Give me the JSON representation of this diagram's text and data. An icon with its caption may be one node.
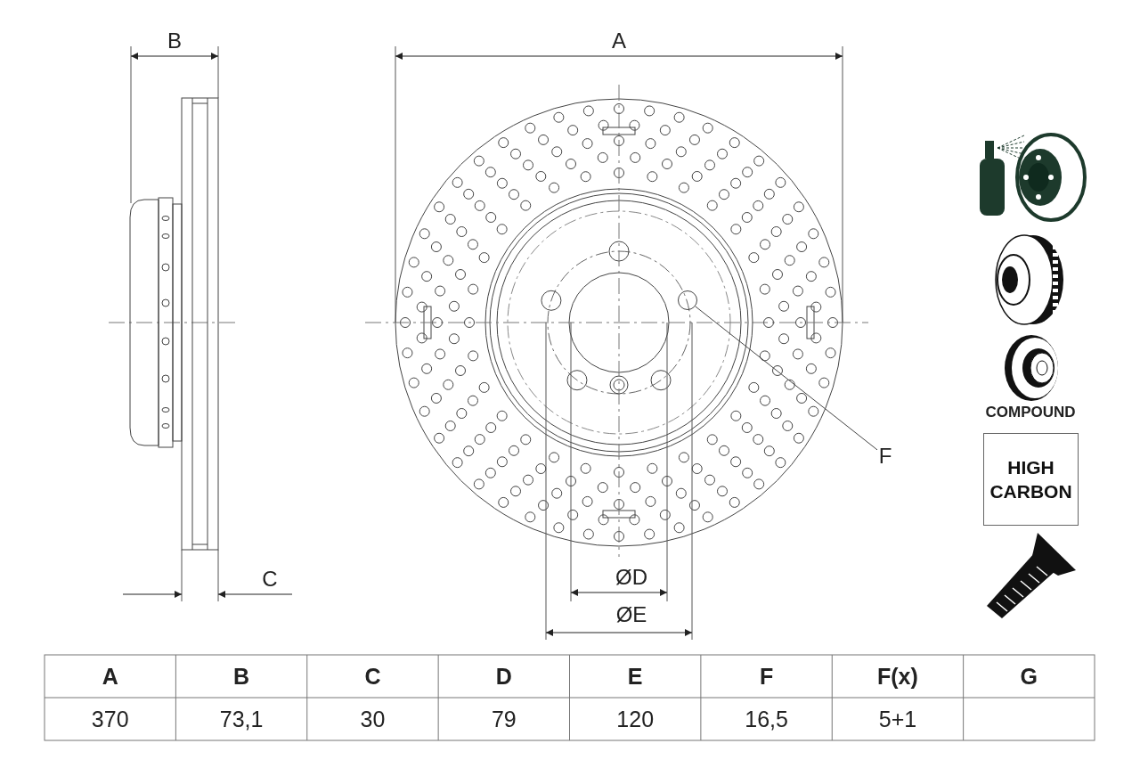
{
  "diagram": {
    "nodes": [
      {
        "text": [
          "F"
        ]
      },
      {
        "text": [],
        "shape": "circle"
      },
      {
        "text": [
          "HIGH CARBON"
        ]
      }
    ],
    "edges": [
      {
        "from": 0,
        "to": 1,
        "arrow": "none"
      }
    ],
    "labels": [
      "B",
      "A",
      "COMPOUND",
      "C",
      "ØD",
      "ØE",
      "A",
      "B",
      "C",
      "D",
      "E",
      "F",
      "F(x)",
      "G",
      "370",
      "73,1",
      "30",
      "79",
      "120",
      "16,5",
      "5+1"
    ]
  }
}
